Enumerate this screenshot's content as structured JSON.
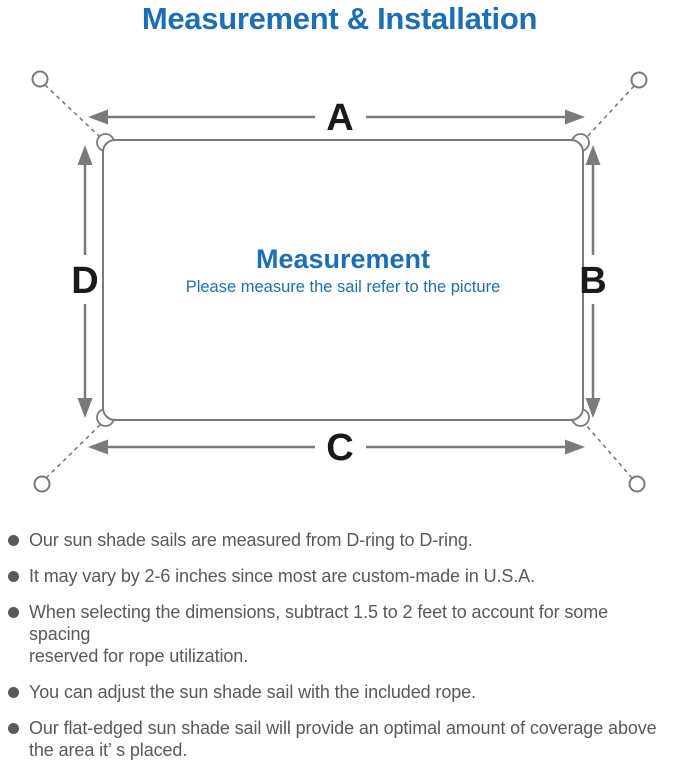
{
  "title": "Measurement & Installation",
  "colors": {
    "accent_blue": "#1b6fb7",
    "line_gray": "#7a7a7a",
    "note_text_gray": "#58595b",
    "dimension_label_black": "#1a1a1a"
  },
  "diagram": {
    "labels": {
      "top": "A",
      "right": "B",
      "bottom": "C",
      "left": "D"
    },
    "center_title": "Measurement",
    "center_subtitle": "Please measure the sail refer to the picture"
  },
  "bullets": [
    "Our sun shade sails are measured from D-ring to D-ring.",
    "It may vary by 2-6 inches since most are custom-made in U.S.A.",
    "When selecting the dimensions, subtract 1.5 to 2 feet to account for some spacing\nreserved for rope utilization.",
    "You can adjust the sun shade sail with the included rope.",
    "Our flat-edged sun shade sail will provide an optimal amount of coverage above\nthe area it’ s placed."
  ]
}
